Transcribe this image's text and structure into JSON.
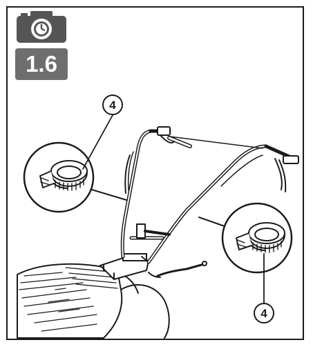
{
  "step": {
    "icon": "camera-icon",
    "number": "1.6"
  },
  "callouts": [
    {
      "label": "4"
    },
    {
      "label": "4"
    }
  ],
  "colors": {
    "badge": "#6e6e6e",
    "line": "#1a1a1a"
  }
}
